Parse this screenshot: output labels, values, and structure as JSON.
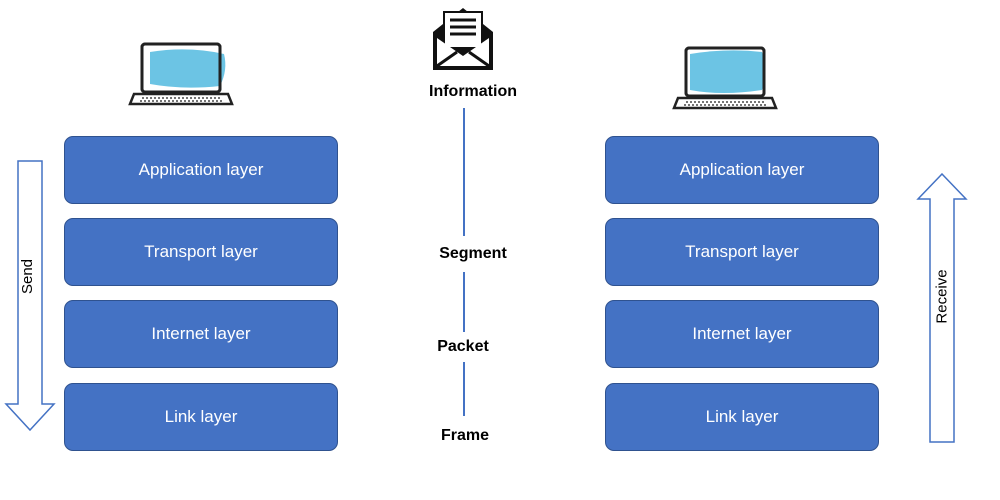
{
  "sender": {
    "layers": [
      {
        "label": "Application layer"
      },
      {
        "label": "Transport layer"
      },
      {
        "label": "Internet layer"
      },
      {
        "label": "Link layer"
      }
    ],
    "direction_label": "Send"
  },
  "receiver": {
    "layers": [
      {
        "label": "Application layer"
      },
      {
        "label": "Transport layer"
      },
      {
        "label": "Internet layer"
      },
      {
        "label": "Link layer"
      }
    ],
    "direction_label": "Receive"
  },
  "units": {
    "information": "Information",
    "segment": "Segment",
    "packet": "Packet",
    "frame": "Frame"
  },
  "icons": {
    "sender_device": "laptop-icon",
    "receiver_device": "laptop-icon",
    "message": "envelope-icon"
  },
  "colors": {
    "layer_fill": "#4472c4",
    "layer_border": "#2f528f",
    "screen": "#6cc4e4",
    "arrow_outline": "#4472c4"
  }
}
